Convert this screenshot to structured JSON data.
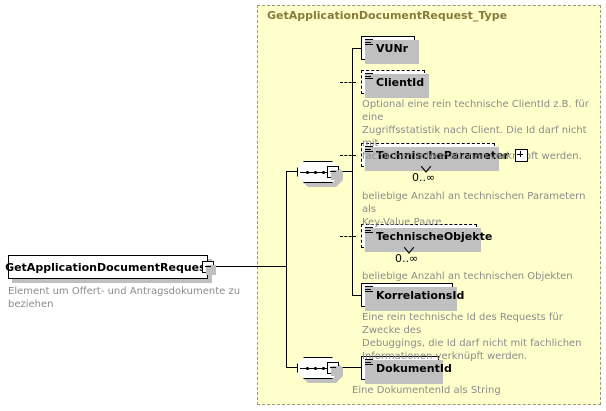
{
  "diagram": {
    "kind": "xsd-schema-diagram",
    "type_container": {
      "title": "GetApplicationDocumentRequest_Type",
      "background": "#ffffcc",
      "border_color": "#9a9a7a",
      "title_color": "#8a7a3a"
    },
    "root_element": {
      "name": "GetApplicationDocumentRequest",
      "annotation": "Element um Offert- und Antragsdokumente zu beziehen",
      "toggle": "minus"
    },
    "compositors": [
      {
        "id": "sequence-1",
        "kind": "sequence",
        "toggle": "minus"
      },
      {
        "id": "sequence-2",
        "kind": "sequence",
        "toggle": "minus"
      }
    ],
    "elements": [
      {
        "name": "VUNr",
        "optional": false,
        "expandable": false,
        "cardinality": "",
        "annotation": ""
      },
      {
        "name": "ClientId",
        "optional": true,
        "expandable": false,
        "cardinality": "",
        "annotation": "Optional eine rein technische ClientId z.B. für eine\nZugriffsstatistik nach Client. Die Id darf nicht mit\nfachlichen Informationen verknüpft werden."
      },
      {
        "name": "TechnischeParameter",
        "optional": true,
        "expandable": true,
        "cardinality": "0..∞",
        "annotation": "beliebige Anzahl an technischen Parametern als\nKey-Value Paare"
      },
      {
        "name": "TechnischeObjekte",
        "optional": true,
        "expandable": false,
        "cardinality": "0..∞",
        "annotation": "beliebige Anzahl an technischen Objekten"
      },
      {
        "name": "KorrelationsId",
        "optional": false,
        "expandable": false,
        "cardinality": "",
        "annotation": "Eine rein technische Id des Requests für Zwecke des\nDebuggings, die Id darf nicht mit fachlichen\nInformationen verknüpft werden."
      },
      {
        "name": "DokumentId",
        "optional": false,
        "expandable": false,
        "cardinality": "",
        "annotation": "Eine DokumentenId als String"
      }
    ]
  }
}
